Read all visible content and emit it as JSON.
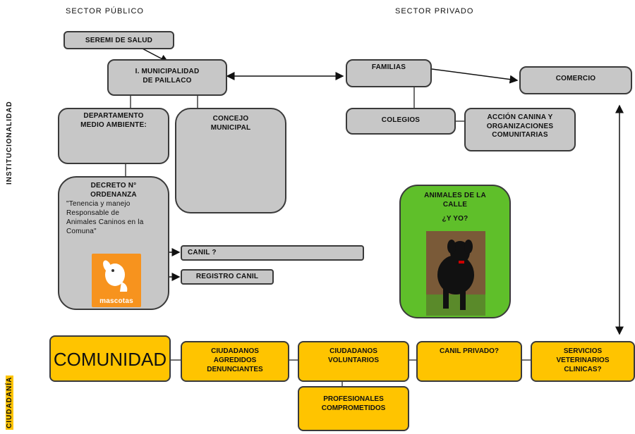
{
  "headers": {
    "public": "SECTOR PÚBLICO",
    "private": "SECTOR PRIVADO"
  },
  "side_labels": {
    "institutional": "INSTITUCIONALIDAD",
    "citizenry": "CIUDADANÍA"
  },
  "nodes": {
    "seremi": "SEREMI DE SALUD",
    "municipalidad_l1": "I. MUNICIPALIDAD",
    "municipalidad_l2": "DE PAILLACO",
    "familias": "FAMILIAS",
    "comercio": "COMERCIO",
    "depto_l1": "DEPARTAMENTO",
    "depto_l2": "MEDIO AMBIENTE:",
    "concejo_l1": "CONCEJO",
    "concejo_l2": "MUNICIPAL",
    "colegios": "COLEGIOS",
    "accion_l1": "ACCIÓN CANINA Y",
    "accion_l2": "ORGANIZACIONES",
    "accion_l3": "COMUNITARIAS",
    "decreto_l1": "DECRETO N°",
    "decreto_l2": "ORDENANZA",
    "decreto_l3": "\"Tenencia y manejo",
    "decreto_l4": "Responsable de",
    "decreto_l5": "Animales Caninos en la",
    "decreto_l6": "Comuna\"",
    "canil": "CANIL ?",
    "registro": "REGISTRO CANIL",
    "animales_l1": "ANIMALES DE LA",
    "animales_l2": "CALLE",
    "animales_q": "¿Y YO?",
    "comunidad": "COMUNIDAD",
    "agredidos_l1": "CIUDADANOS",
    "agredidos_l2": "AGREDIDOS",
    "agredidos_l3": "DENUNCIANTES",
    "voluntarios_l1": "CIUDADANOS",
    "voluntarios_l2": "VOLUNTARIOS",
    "canil_privado": "CANIL PRIVADO?",
    "servicios_l1": "SERVICIOS",
    "servicios_l2": "VETERINARIOS",
    "servicios_l3": "CLINICAS?",
    "profesionales_l1": "PROFESIONALES",
    "profesionales_l2": "COMPROMETIDOS"
  },
  "logo_text": "mascotas",
  "colors": {
    "gray_box": "#c7c7c7",
    "yellow_box": "#ffc400",
    "green_box": "#5fbf2a",
    "logo_orange": "#f7931e"
  }
}
